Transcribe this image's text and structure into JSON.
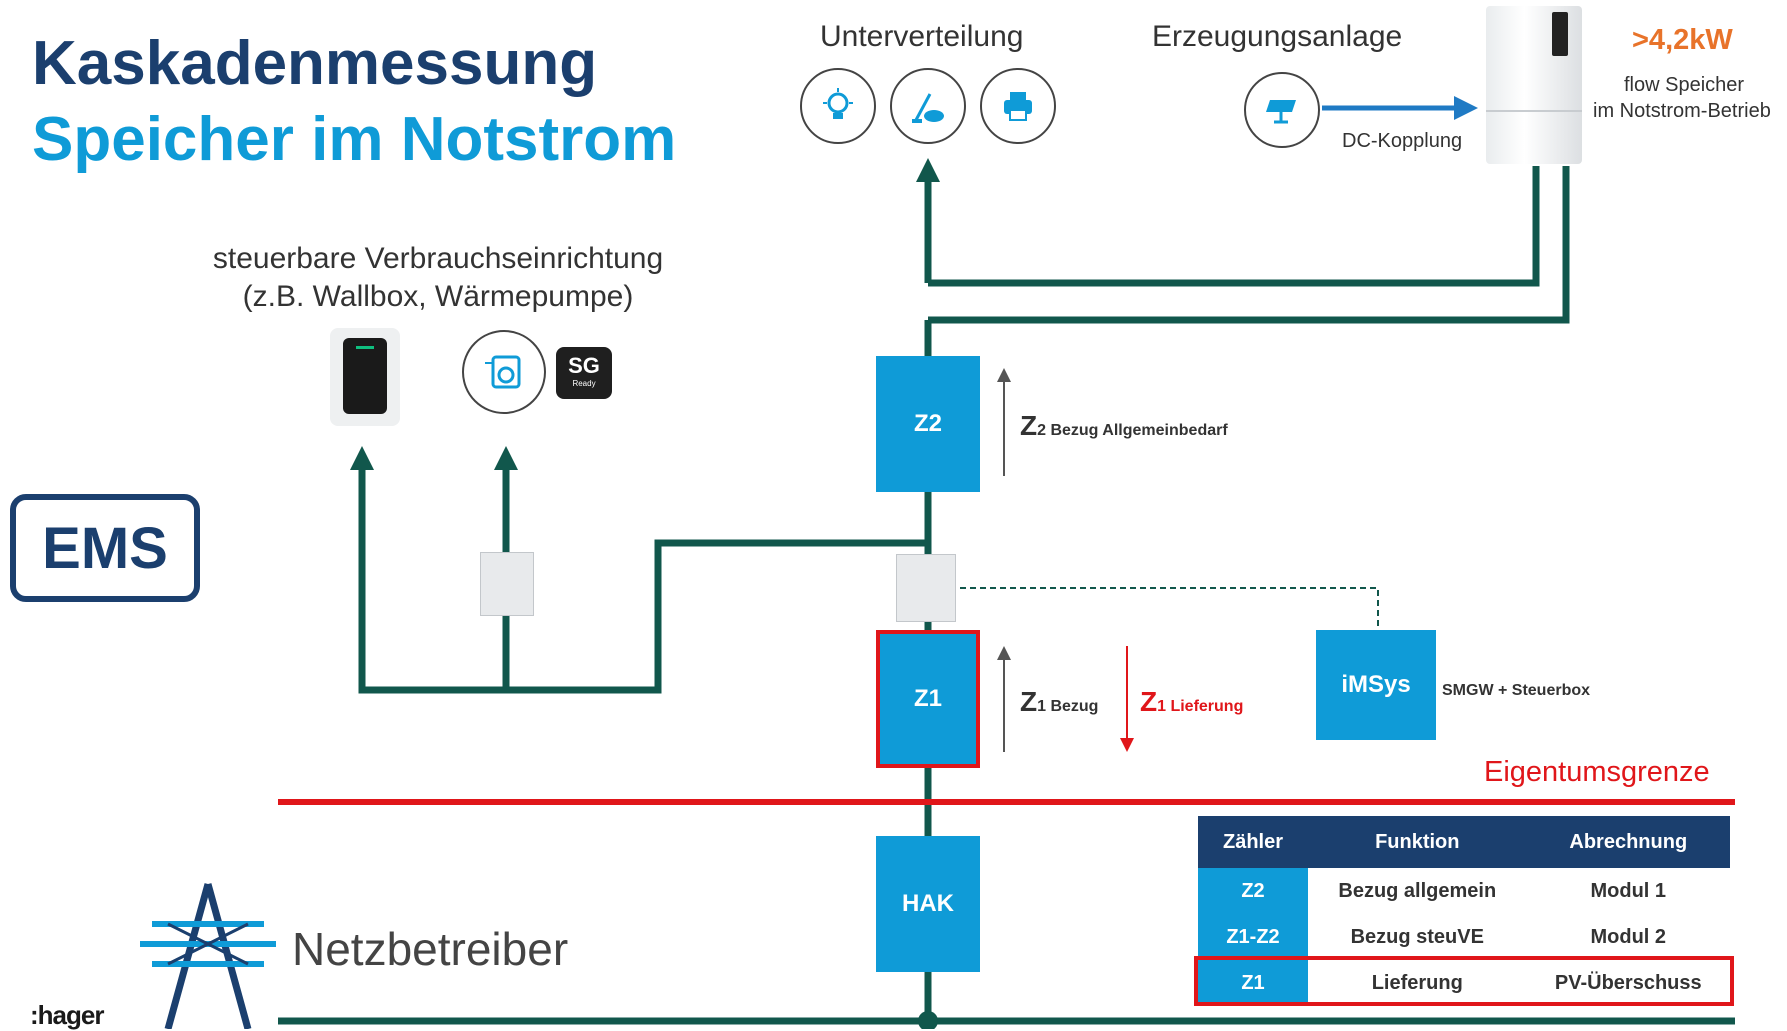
{
  "title": {
    "line1": "Kaskadenmessung",
    "line2": "Speicher im Notstrom"
  },
  "top": {
    "unterverteilung": "Unterverteilung",
    "erzeugungsanlage": "Erzeugungsanlage",
    "dc_kopplung": "DC-Kopplung",
    "power": ">4,2kW",
    "speicher_line1": "flow Speicher",
    "speicher_line2": "im Notstrom-Betrieb"
  },
  "consumer": {
    "line1": "steuerbare Verbrauchseinrichtung",
    "line2": "(z.B. Wallbox, Wärmepumpe)",
    "sg_badge": "SG",
    "sg_sub": "Ready"
  },
  "ems": "EMS",
  "meters": {
    "z2": "Z2",
    "z1": "Z1",
    "hak": "HAK",
    "imsys": "iMSys"
  },
  "flows": {
    "z2_main": "Z",
    "z2_sub": "2 Bezug Allgemeinbedarf",
    "z1_bezug_main": "Z",
    "z1_bezug_sub": "1 Bezug",
    "z1_lief_main": "Z",
    "z1_lief_sub": "1 Lieferung",
    "smgw": "SMGW + Steuerbox"
  },
  "eigentumsgrenze": "Eigentumsgrenze",
  "netzbetreiber": "Netzbetreiber",
  "brand": ":hager",
  "table": {
    "headers": [
      "Zähler",
      "Funktion",
      "Abrechnung"
    ],
    "rows": [
      [
        "Z2",
        "Bezug allgemein",
        "Modul 1"
      ],
      [
        "Z1-Z2",
        "Bezug steuVE",
        "Modul 2"
      ],
      [
        "Z1",
        "Lieferung",
        "PV-Überschuss"
      ]
    ]
  },
  "colors": {
    "wire": "#11574c",
    "meter": "#0f9bd7",
    "navy": "#1b3f6e",
    "red": "#e0161a",
    "orange": "#e8732a",
    "blue_arrow": "#1f7ac4"
  }
}
